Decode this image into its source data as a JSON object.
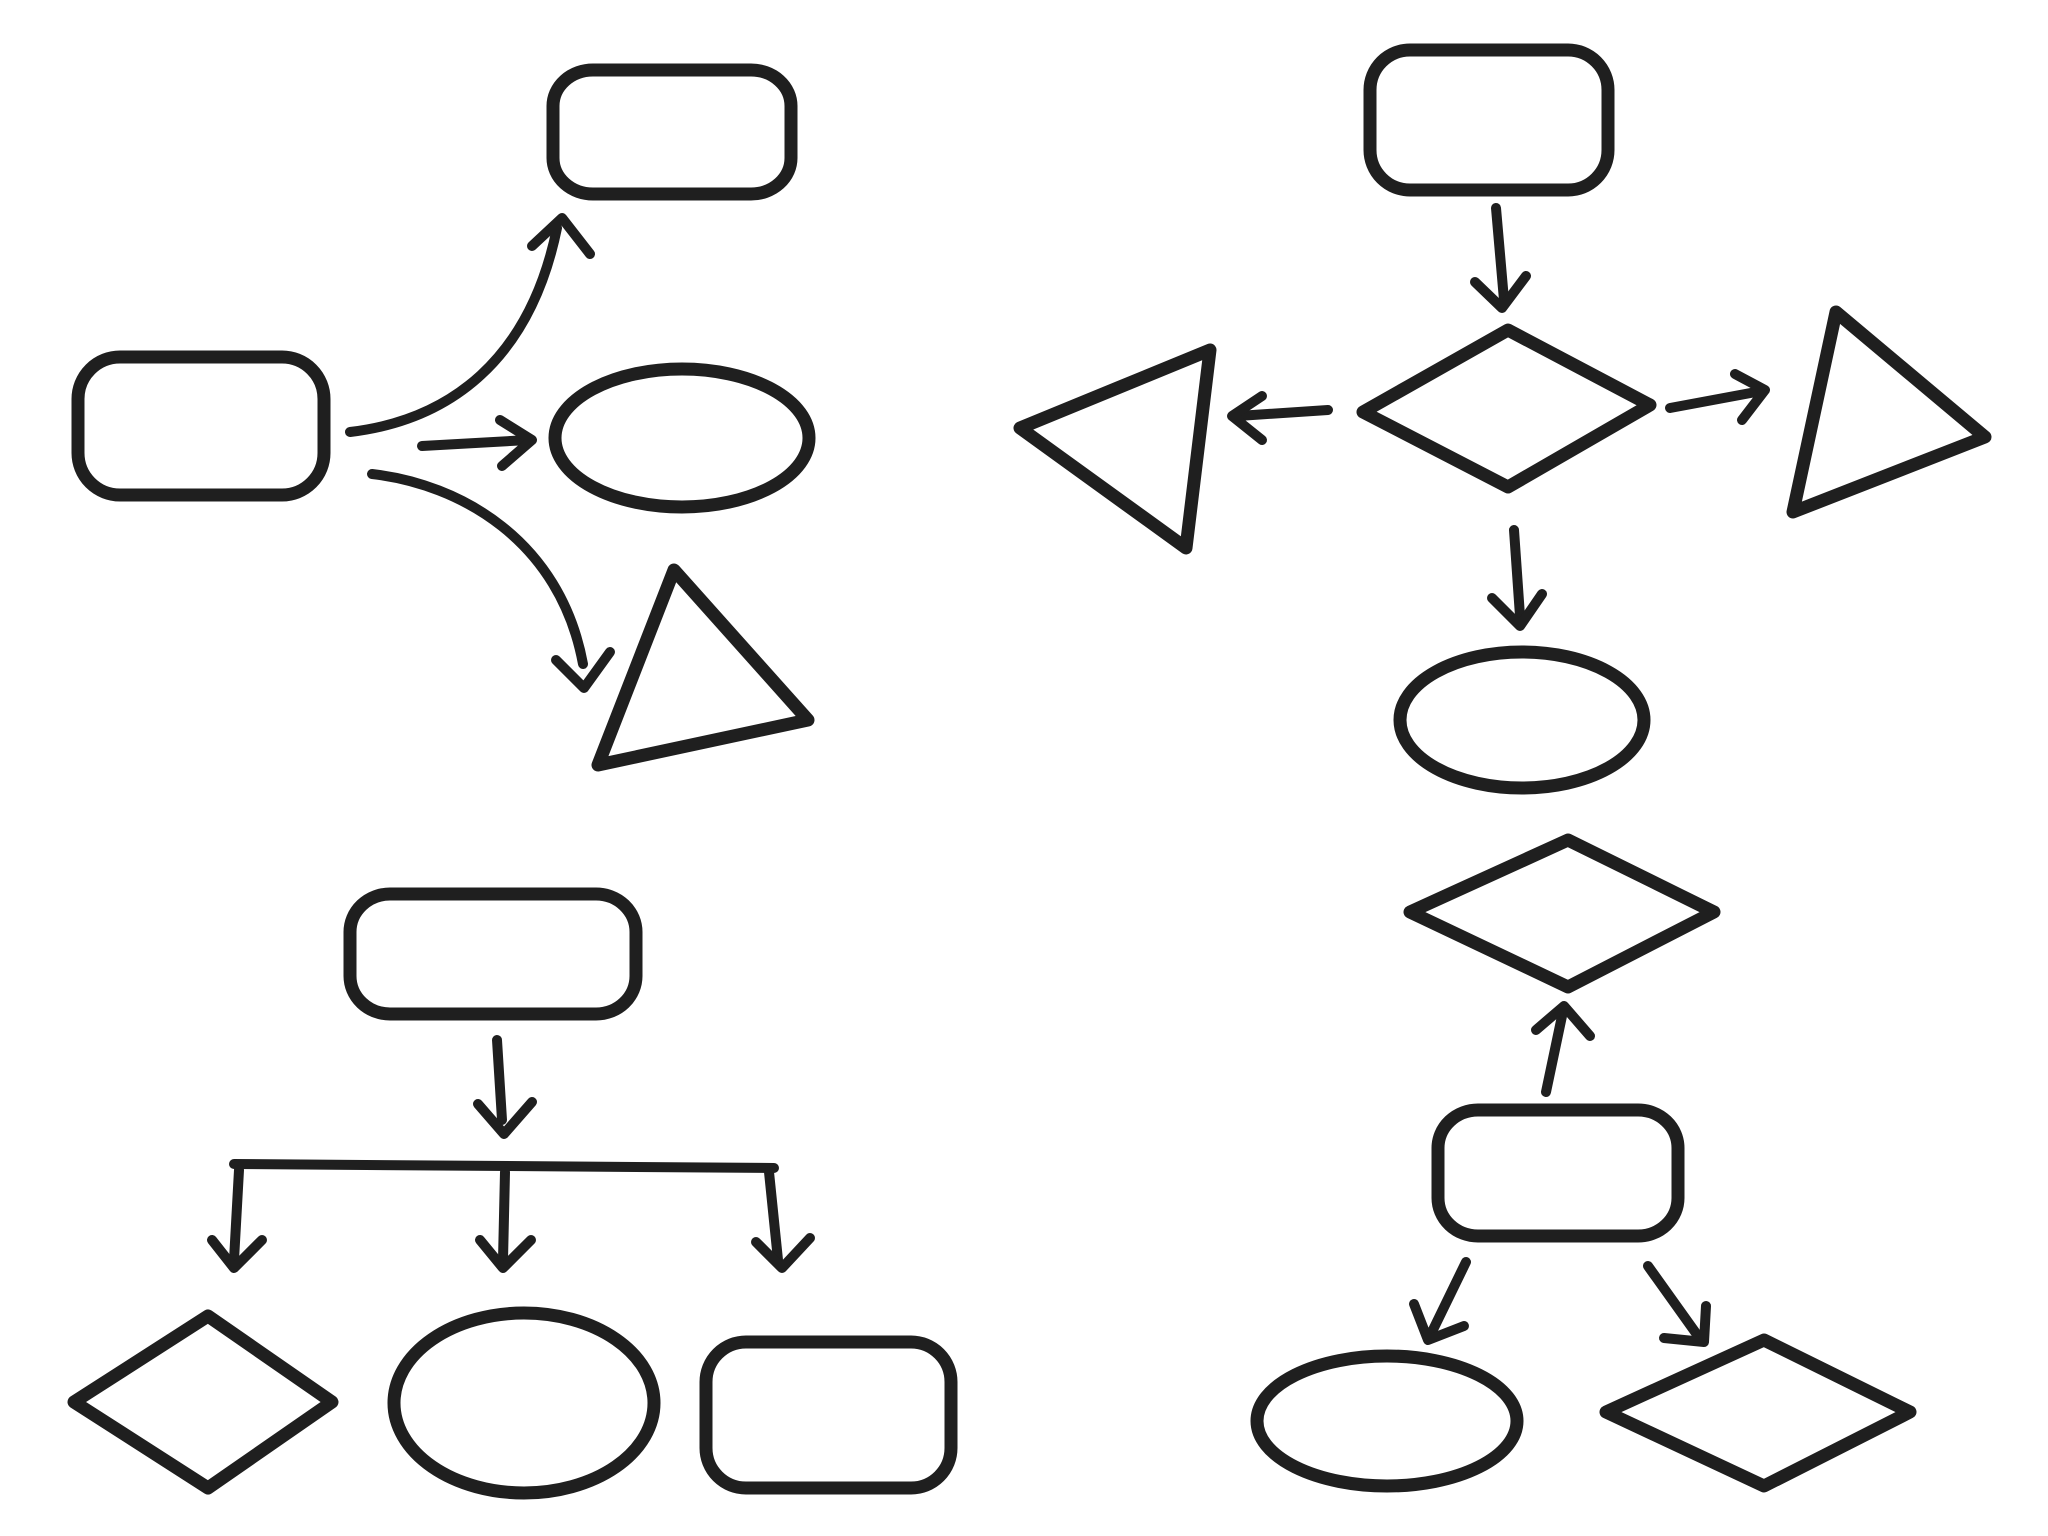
{
  "diagram": {
    "ink_color": "#1f1f1f",
    "background_color": "#ffffff",
    "groups": [
      {
        "name": "top-left-flowchart",
        "nodes": [
          "rounded-rect",
          "rounded-rect",
          "ellipse",
          "triangle"
        ]
      },
      {
        "name": "top-right-flowchart",
        "nodes": [
          "rounded-rect",
          "diamond",
          "triangle",
          "triangle",
          "ellipse"
        ]
      },
      {
        "name": "bottom-left-flowchart",
        "nodes": [
          "rounded-rect",
          "diamond",
          "ellipse",
          "rounded-rect"
        ]
      },
      {
        "name": "bottom-right-flowchart",
        "nodes": [
          "diamond",
          "rounded-rect",
          "ellipse",
          "diamond"
        ]
      }
    ]
  }
}
